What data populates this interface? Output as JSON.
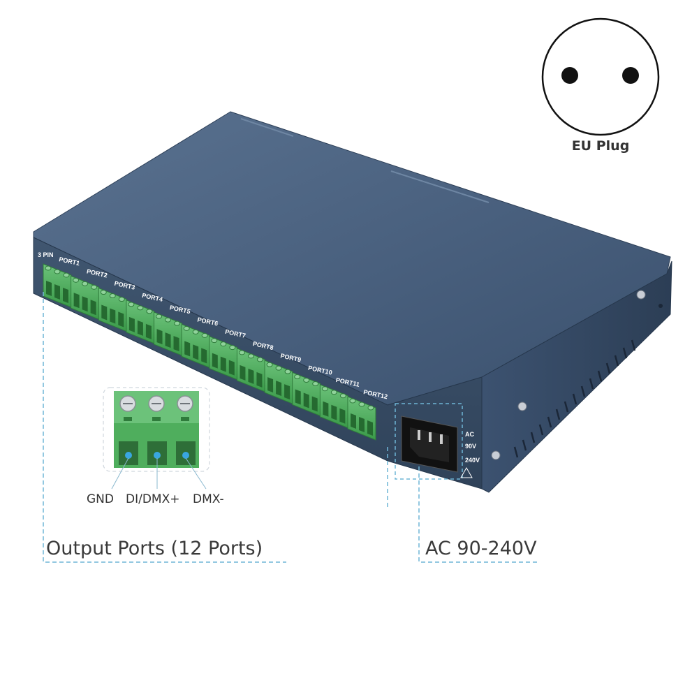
{
  "plug": {
    "caption": "EU Plug"
  },
  "device": {
    "port_labels": [
      "PORT1",
      "PORT2",
      "PORT3",
      "PORT4",
      "PORT5",
      "PORT6",
      "PORT7",
      "PORT8",
      "PORT9",
      "PORT10",
      "PORT11",
      "PORT12"
    ],
    "pin_header_label": "3 PIN",
    "power_inlet_marks": [
      "AC",
      "90V",
      "240V"
    ],
    "colors": {
      "body": "#3e5572",
      "body_top": "#4b6382",
      "terminal_green": "#4caf5a",
      "callout_dash": "#6fb5d6"
    }
  },
  "terminal_closeup": {
    "pins": [
      "GND",
      "DI/DMX+",
      "DMX-"
    ]
  },
  "callouts": {
    "output_ports": "Output Ports (12 Ports)",
    "ac_input": "AC 90-240V"
  }
}
